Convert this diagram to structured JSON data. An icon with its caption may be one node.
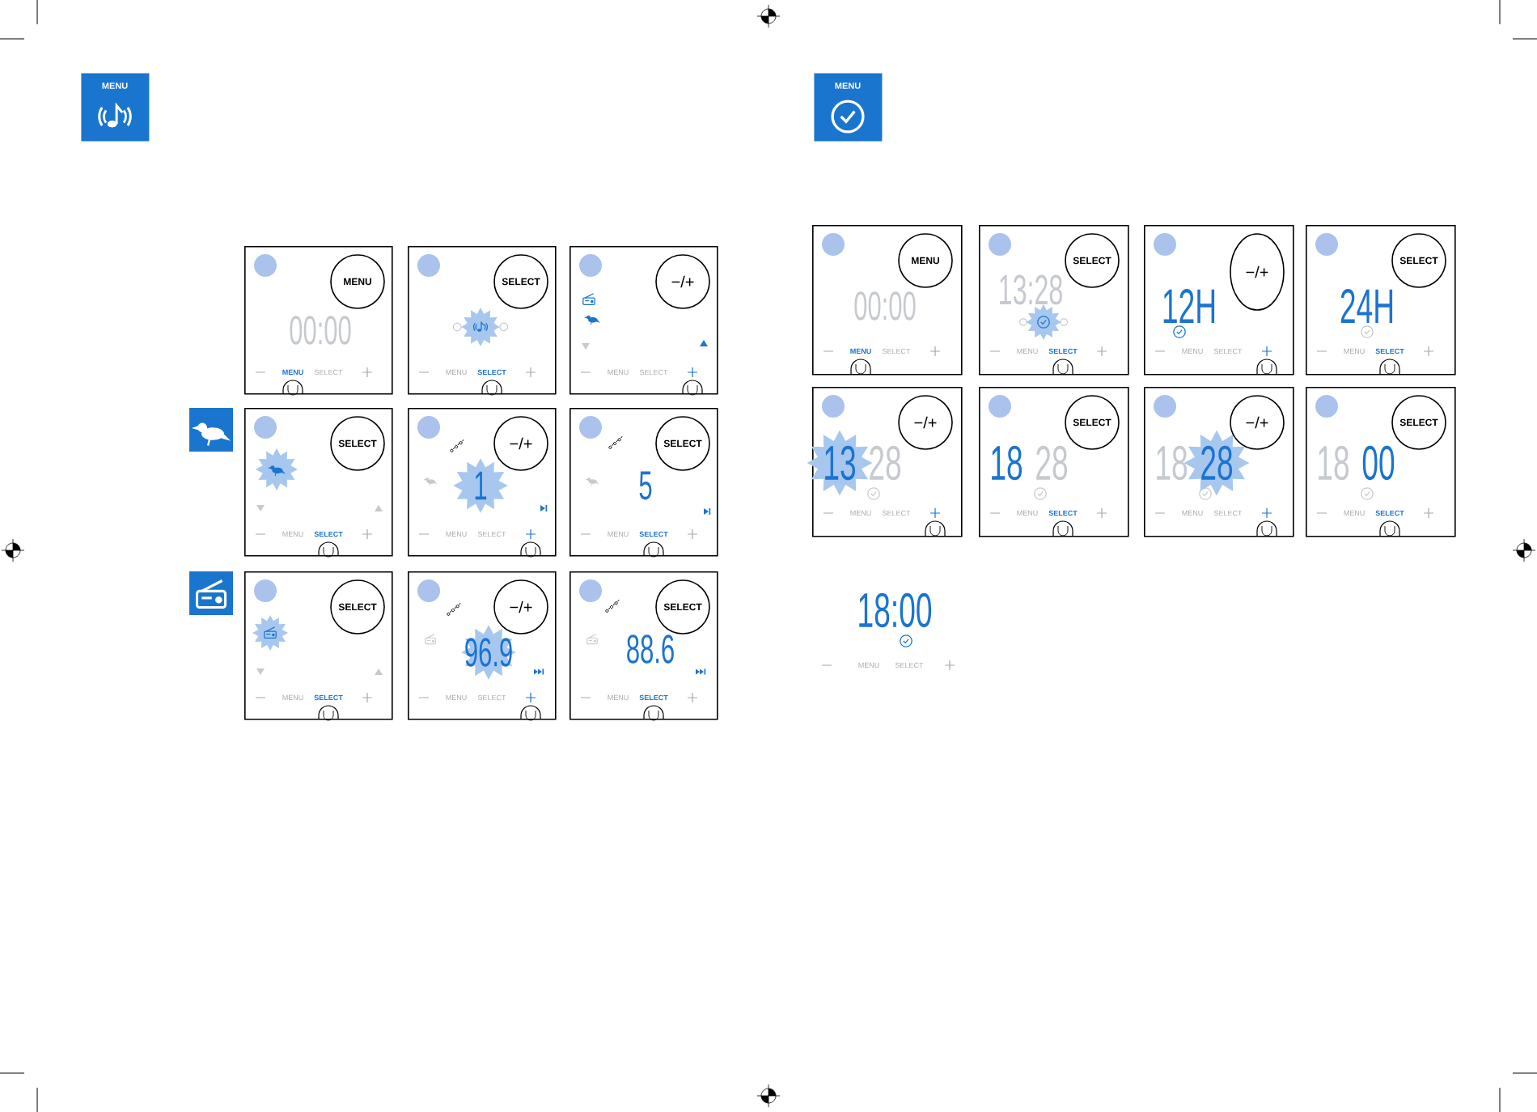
{
  "diagram": {
    "nodes": [
      {
        "text": [
          "MENU"
        ]
      },
      {
        "text": [
          "00:00",
          "MENU",
          "SELECT"
        ]
      },
      {
        "text": [
          "MENU"
        ],
        "in": 1
      },
      {
        "text": [
          "MENU",
          "SELECT"
        ]
      },
      {
        "text": [
          "SELECT"
        ],
        "in": 3
      },
      {
        "text": [
          "MENU",
          "SELECT"
        ]
      },
      {
        "text": [
          "−/+"
        ],
        "in": 5
      },
      {
        "text": [
          "MENU",
          "SELECT"
        ]
      },
      {
        "text": [
          "SELECT"
        ],
        "in": 7
      },
      {
        "text": [
          "1",
          "MENU",
          "SELECT"
        ]
      },
      {
        "text": [
          "−/+"
        ],
        "in": 9
      },
      {
        "text": [
          "5",
          "MENU",
          "SELECT"
        ]
      },
      {
        "text": [
          "SELECT"
        ],
        "in": 11
      },
      {
        "text": [
          "MENU",
          "SELECT"
        ]
      },
      {
        "text": [
          "SELECT"
        ],
        "in": 13
      },
      {
        "text": [
          "96.9",
          "MENU",
          "SELECT"
        ]
      },
      {
        "text": [
          "−/+"
        ],
        "in": 15
      },
      {
        "text": [
          "88.6",
          "MENU",
          "SELECT"
        ]
      },
      {
        "text": [
          "SELECT"
        ],
        "in": 17
      },
      {
        "text": [
          "MENU"
        ]
      },
      {
        "text": [
          "00:00",
          "MENU",
          "SELECT"
        ]
      },
      {
        "text": [
          "MENU"
        ],
        "in": 20
      },
      {
        "text": [
          "13:28",
          "MENU",
          "SELECT"
        ]
      },
      {
        "text": [
          "SELECT"
        ],
        "in": 22
      },
      {
        "text": [
          "12H",
          "MENU",
          "SELECT"
        ]
      },
      {
        "text": [
          "−/+"
        ],
        "in": 24
      },
      {
        "text": [
          "24H",
          "MENU",
          "SELECT"
        ]
      },
      {
        "text": [
          "SELECT"
        ],
        "in": 26
      },
      {
        "text": [
          "13",
          "28",
          "MENU",
          "SELECT"
        ]
      },
      {
        "text": [
          "−/+"
        ],
        "in": 28
      },
      {
        "text": [
          "18",
          "28",
          "MENU",
          "SELECT"
        ]
      },
      {
        "text": [
          "SELECT"
        ],
        "in": 30
      },
      {
        "text": [
          "18",
          "28",
          "MENU",
          "SELECT"
        ]
      },
      {
        "text": [
          "−/+"
        ],
        "in": 32
      },
      {
        "text": [
          "18",
          "00",
          "MENU",
          "SELECT"
        ]
      },
      {
        "text": [
          "SELECT"
        ],
        "in": 34
      }
    ],
    "labels": [
      "18:00",
      "MENU",
      "SELECT"
    ]
  }
}
